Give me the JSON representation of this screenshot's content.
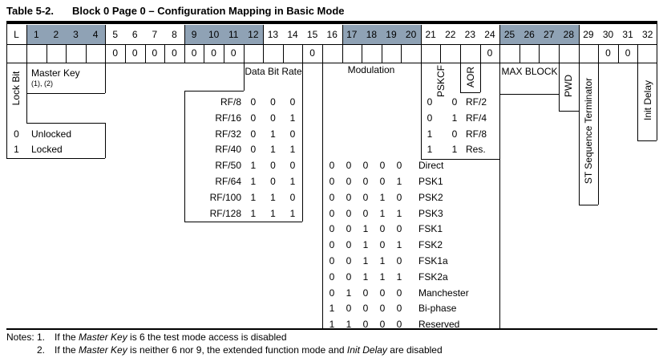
{
  "title": {
    "label": "Table 5-2.",
    "text": "Block 0 Page 0 – Configuration Mapping in Basic Mode"
  },
  "colors": {
    "header_shade": "#8FA2B5",
    "border": "#000000",
    "background": "#FFFFFF"
  },
  "header": {
    "lock_col": "L",
    "bits": [
      "1",
      "2",
      "3",
      "4",
      "5",
      "6",
      "7",
      "8",
      "9",
      "10",
      "11",
      "12",
      "13",
      "14",
      "15",
      "16",
      "17",
      "18",
      "19",
      "20",
      "21",
      "22",
      "23",
      "24",
      "25",
      "26",
      "27",
      "28",
      "29",
      "30",
      "31",
      "32"
    ],
    "shaded_groups": [
      [
        1,
        4
      ],
      [
        9,
        12
      ],
      [
        17,
        20
      ],
      [
        25,
        28
      ]
    ]
  },
  "fixed_row": {
    "values": {
      "5": "0",
      "6": "0",
      "7": "0",
      "8": "0",
      "9": "0",
      "10": "0",
      "11": "0",
      "15": "0",
      "24": "0",
      "30": "0",
      "31": "0"
    }
  },
  "fields": {
    "lock_bit": {
      "label": "Lock Bit",
      "legend": [
        {
          "value": "0",
          "label": "Unlocked"
        },
        {
          "value": "1",
          "label": "Locked"
        }
      ]
    },
    "master_key": {
      "label": "Master Key",
      "note_refs": "(1), (2)"
    },
    "data_bit_rate": {
      "label": "Data Bit Rate",
      "rows": [
        {
          "label": "RF/8",
          "bits": [
            "0",
            "0",
            "0"
          ]
        },
        {
          "label": "RF/16",
          "bits": [
            "0",
            "0",
            "1"
          ]
        },
        {
          "label": "RF/32",
          "bits": [
            "0",
            "1",
            "0"
          ]
        },
        {
          "label": "RF/40",
          "bits": [
            "0",
            "1",
            "1"
          ]
        },
        {
          "label": "RF/50",
          "bits": [
            "1",
            "0",
            "0"
          ]
        },
        {
          "label": "RF/64",
          "bits": [
            "1",
            "0",
            "1"
          ]
        },
        {
          "label": "RF/100",
          "bits": [
            "1",
            "1",
            "0"
          ]
        },
        {
          "label": "RF/128",
          "bits": [
            "1",
            "1",
            "1"
          ]
        }
      ]
    },
    "modulation": {
      "label": "Modulation",
      "rows": [
        {
          "bits": [
            "0",
            "0",
            "0",
            "0",
            "0"
          ],
          "label": "Direct"
        },
        {
          "bits": [
            "0",
            "0",
            "0",
            "0",
            "1"
          ],
          "label": "PSK1"
        },
        {
          "bits": [
            "0",
            "0",
            "0",
            "1",
            "0"
          ],
          "label": "PSK2"
        },
        {
          "bits": [
            "0",
            "0",
            "0",
            "1",
            "1"
          ],
          "label": "PSK3"
        },
        {
          "bits": [
            "0",
            "0",
            "1",
            "0",
            "0"
          ],
          "label": "FSK1"
        },
        {
          "bits": [
            "0",
            "0",
            "1",
            "0",
            "1"
          ],
          "label": "FSK2"
        },
        {
          "bits": [
            "0",
            "0",
            "1",
            "1",
            "0"
          ],
          "label": "FSK1a"
        },
        {
          "bits": [
            "0",
            "0",
            "1",
            "1",
            "1"
          ],
          "label": "FSK2a"
        },
        {
          "bits": [
            "0",
            "1",
            "0",
            "0",
            "0"
          ],
          "label": "Manchester"
        },
        {
          "bits": [
            "1",
            "0",
            "0",
            "0",
            "0"
          ],
          "label": "Bi-phase"
        },
        {
          "bits": [
            "1",
            "1",
            "0",
            "0",
            "0"
          ],
          "label": "Reserved"
        }
      ]
    },
    "pskcf": {
      "label": "PSKCF",
      "rows": [
        {
          "bits": [
            "0",
            "0"
          ],
          "label": "RF/2"
        },
        {
          "bits": [
            "0",
            "1"
          ],
          "label": "RF/4"
        },
        {
          "bits": [
            "1",
            "0"
          ],
          "label": "RF/8"
        },
        {
          "bits": [
            "1",
            "1"
          ],
          "label": "Res."
        }
      ]
    },
    "aor": {
      "label": "AOR"
    },
    "max_block": {
      "label": "MAX BLOCK"
    },
    "pwd": {
      "label": "PWD"
    },
    "st_terminator": {
      "label": "ST Sequence Terminator"
    },
    "init_delay": {
      "label": "Init Delay"
    }
  },
  "notes": {
    "label": "Notes:",
    "items": [
      {
        "num": "1.",
        "pre": "If the ",
        "em": "Master Key",
        "post": " is 6 the test mode access is disabled"
      },
      {
        "num": "2.",
        "pre": "If the ",
        "em": "Master Key",
        "mid": " is neither 6 nor 9, the extended function mode and ",
        "em2": "Init Delay",
        "post": " are disabled"
      }
    ]
  }
}
